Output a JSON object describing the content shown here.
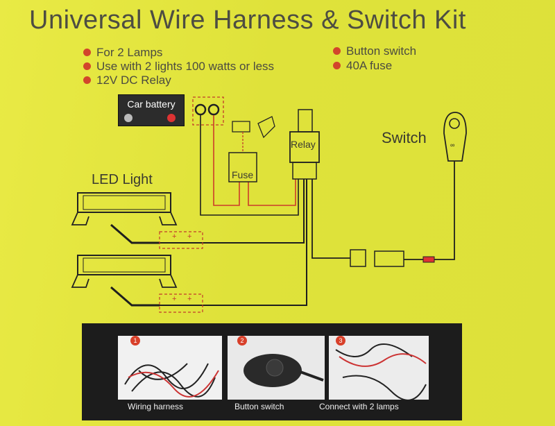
{
  "title": "Universal Wire Harness & Switch Kit",
  "features_left": [
    "For 2 Lamps",
    "Use with 2 lights 100 watts or less",
    "12V DC Relay"
  ],
  "features_right": [
    "Button switch",
    "40A fuse"
  ],
  "diagram": {
    "battery_label": "Car battery",
    "relay_label": "Relay",
    "fuse_label": "Fuse",
    "switch_label": "Switch",
    "led_label": "LED  Light"
  },
  "panel": {
    "items": [
      {
        "num": "1",
        "caption": "Wiring harness"
      },
      {
        "num": "2",
        "caption": "Button switch"
      },
      {
        "num": "3",
        "caption": "Connect with 2 lamps"
      }
    ]
  },
  "colors": {
    "background": "#e2e53a",
    "bullet": "#d2452b",
    "wire_red": "#cc3b2a",
    "wire_black": "#1e1e1e"
  }
}
